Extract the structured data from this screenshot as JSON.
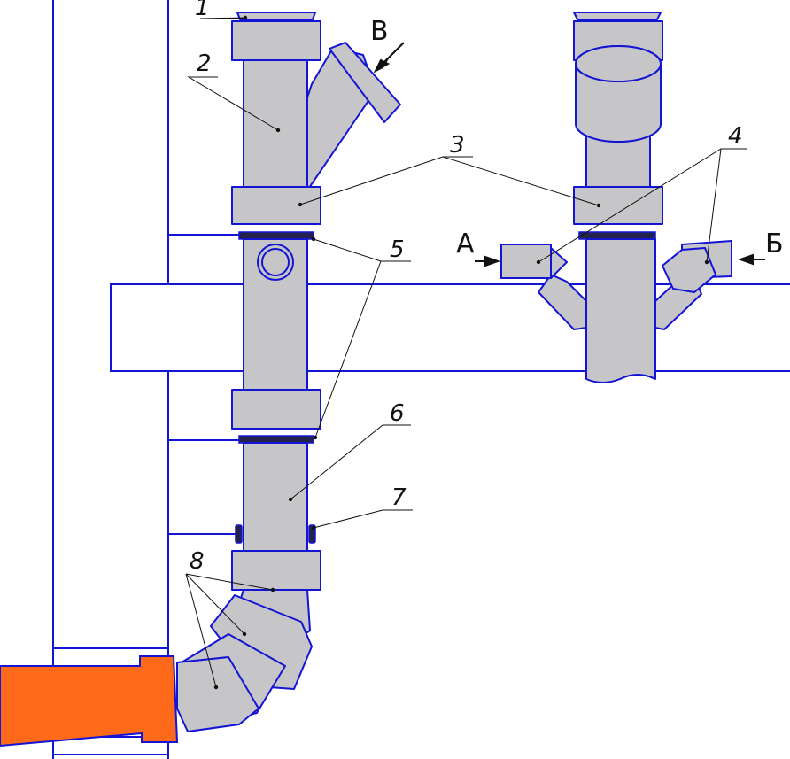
{
  "callouts": [
    "1",
    "2",
    "3",
    "4",
    "5",
    "6",
    "7",
    "8"
  ],
  "view_letters": {
    "a": "А",
    "b": "Б",
    "v": "В"
  },
  "colors": {
    "outline": "#1414d4",
    "pipe": "#c6c6c8",
    "outlet": "#ff6a1a",
    "gasket": "#23234a",
    "leader": "#111111"
  }
}
